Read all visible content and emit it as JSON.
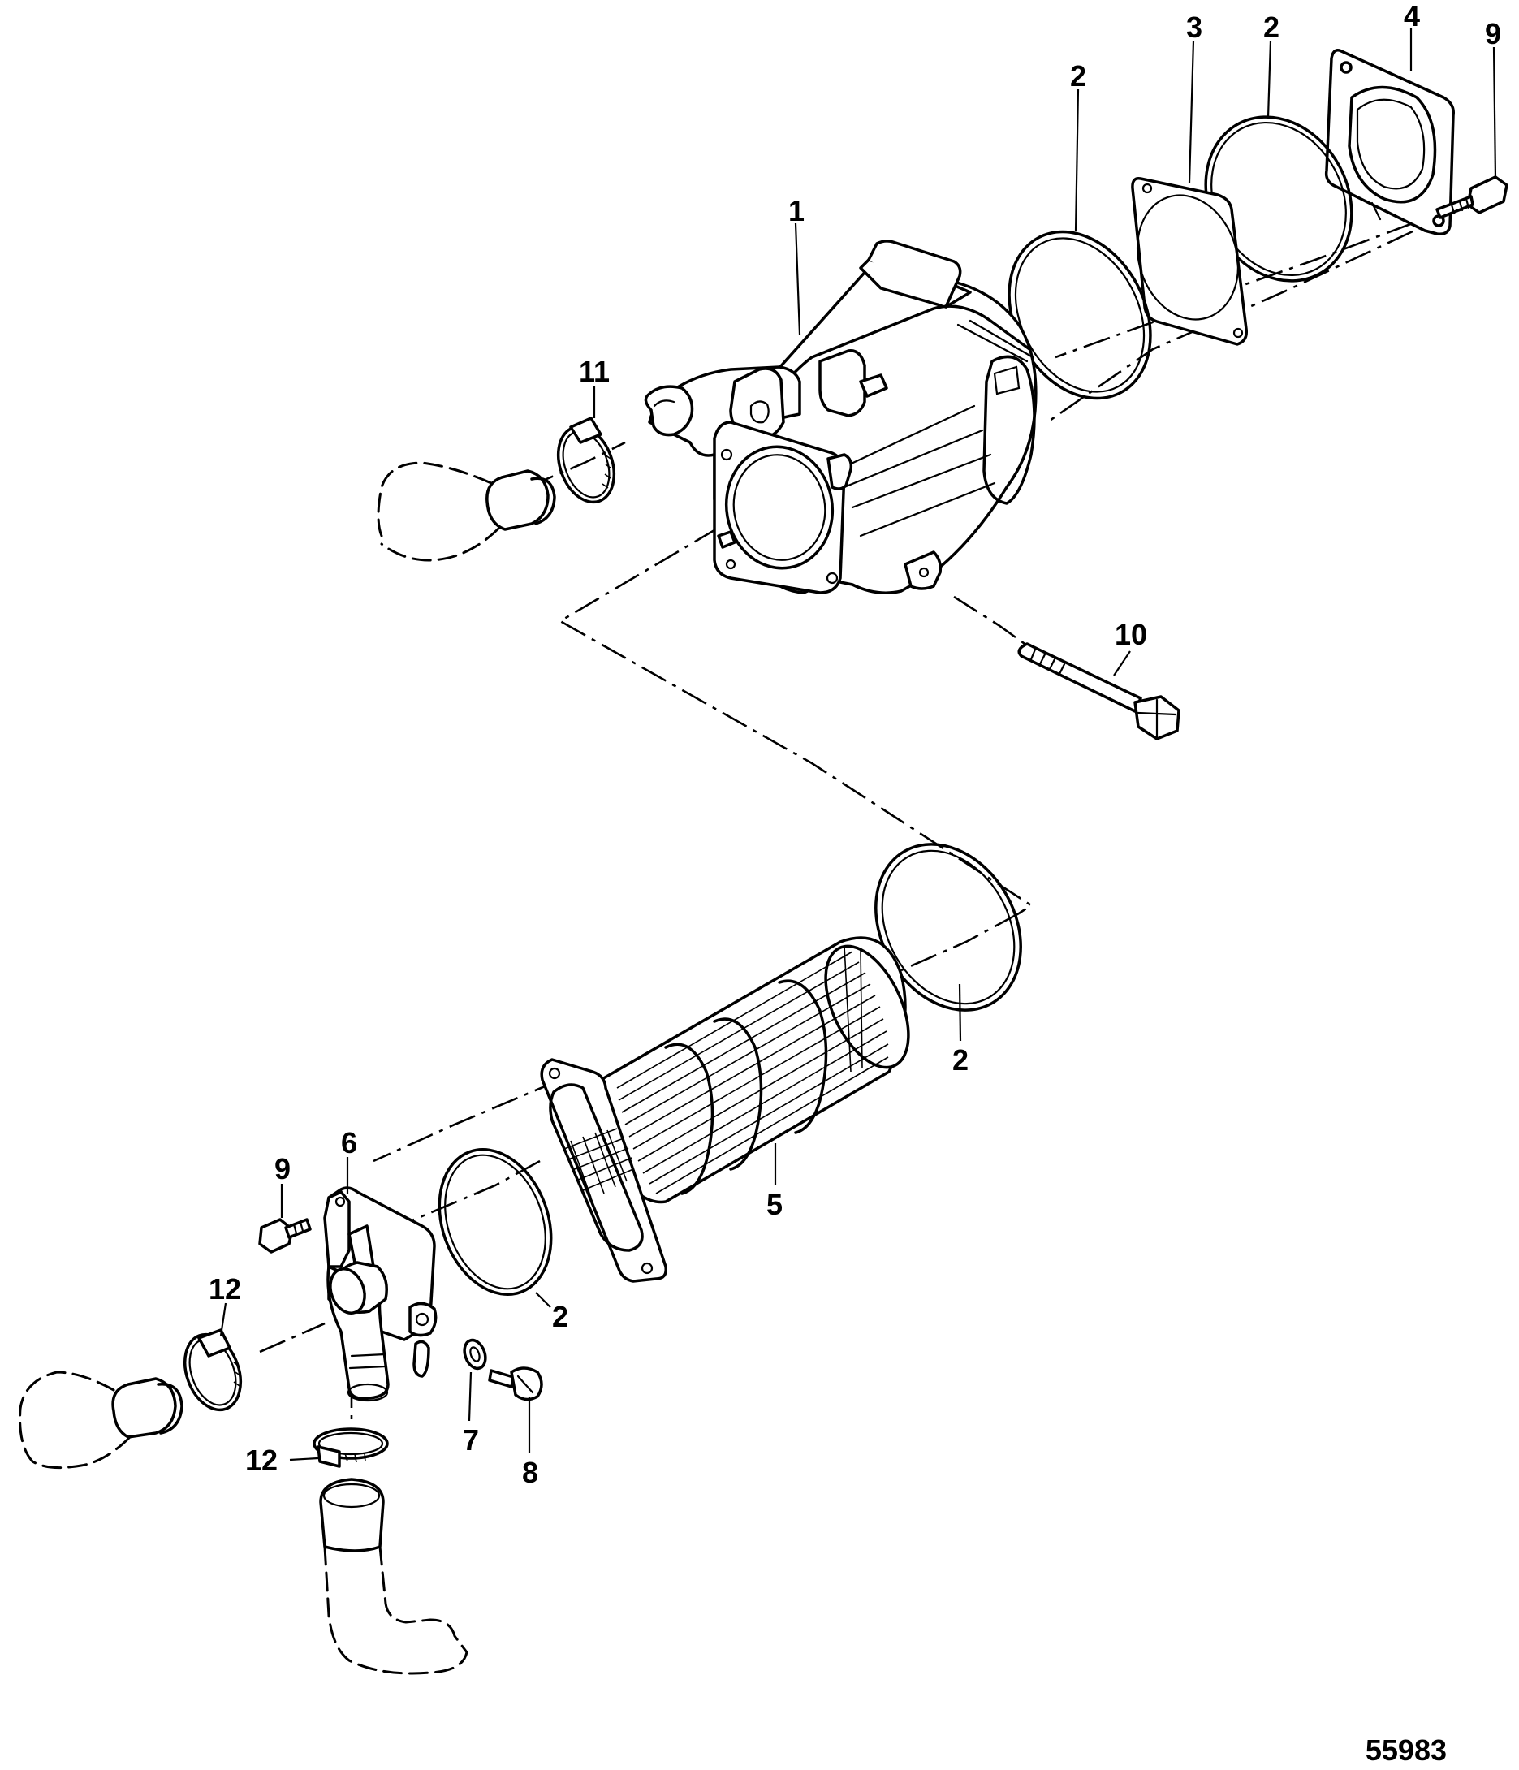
{
  "diagram": {
    "figure_number": "55983",
    "callouts": {
      "c1": "1",
      "c2a": "2",
      "c3": "3",
      "c2b": "2",
      "c4": "4",
      "c9a": "9",
      "c11": "11",
      "c10": "10",
      "c2c": "2",
      "c5": "5",
      "c6": "6",
      "c9b": "9",
      "c2d": "2",
      "c12a": "12",
      "c12b": "12",
      "c7": "7",
      "c8": "8"
    }
  }
}
